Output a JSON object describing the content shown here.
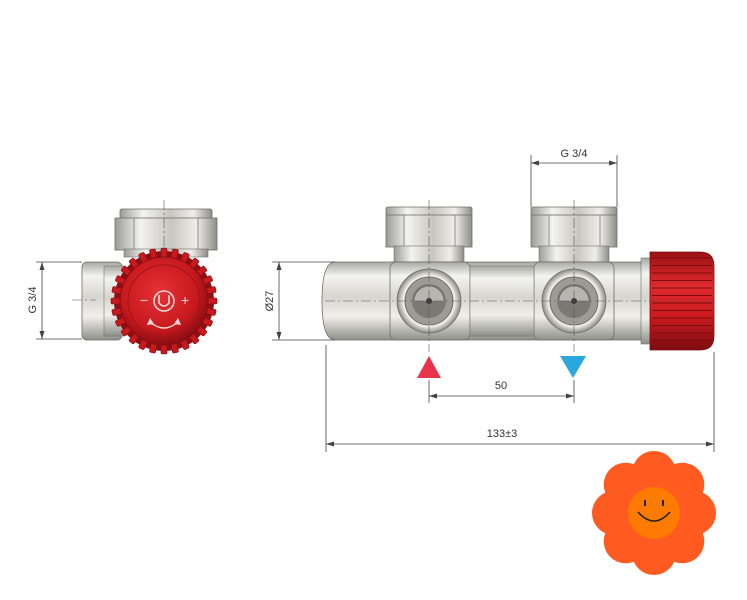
{
  "dimensions": {
    "side_thread": "G 3/4",
    "top_thread": "G 3/4",
    "body_diameter": "Ø27",
    "port_spacing": "50",
    "overall_length": "133±3"
  },
  "markers": {
    "supply_arrow": {
      "direction": "up",
      "color": "#e8334a"
    },
    "return_arrow": {
      "direction": "down",
      "color": "#2aa7dc"
    }
  },
  "colors": {
    "knob": "#cc1a1f",
    "knob_dark": "#8f0f12",
    "metal_light": "#f2f2ee",
    "metal_mid": "#c9c8c2",
    "metal_dark": "#8a8a85",
    "flower": "#ff5a1f",
    "flower_center": "#ff7a00"
  },
  "icons": {
    "knob_logo": "u-logo-icon",
    "mascot": "smiling-flower-icon"
  }
}
